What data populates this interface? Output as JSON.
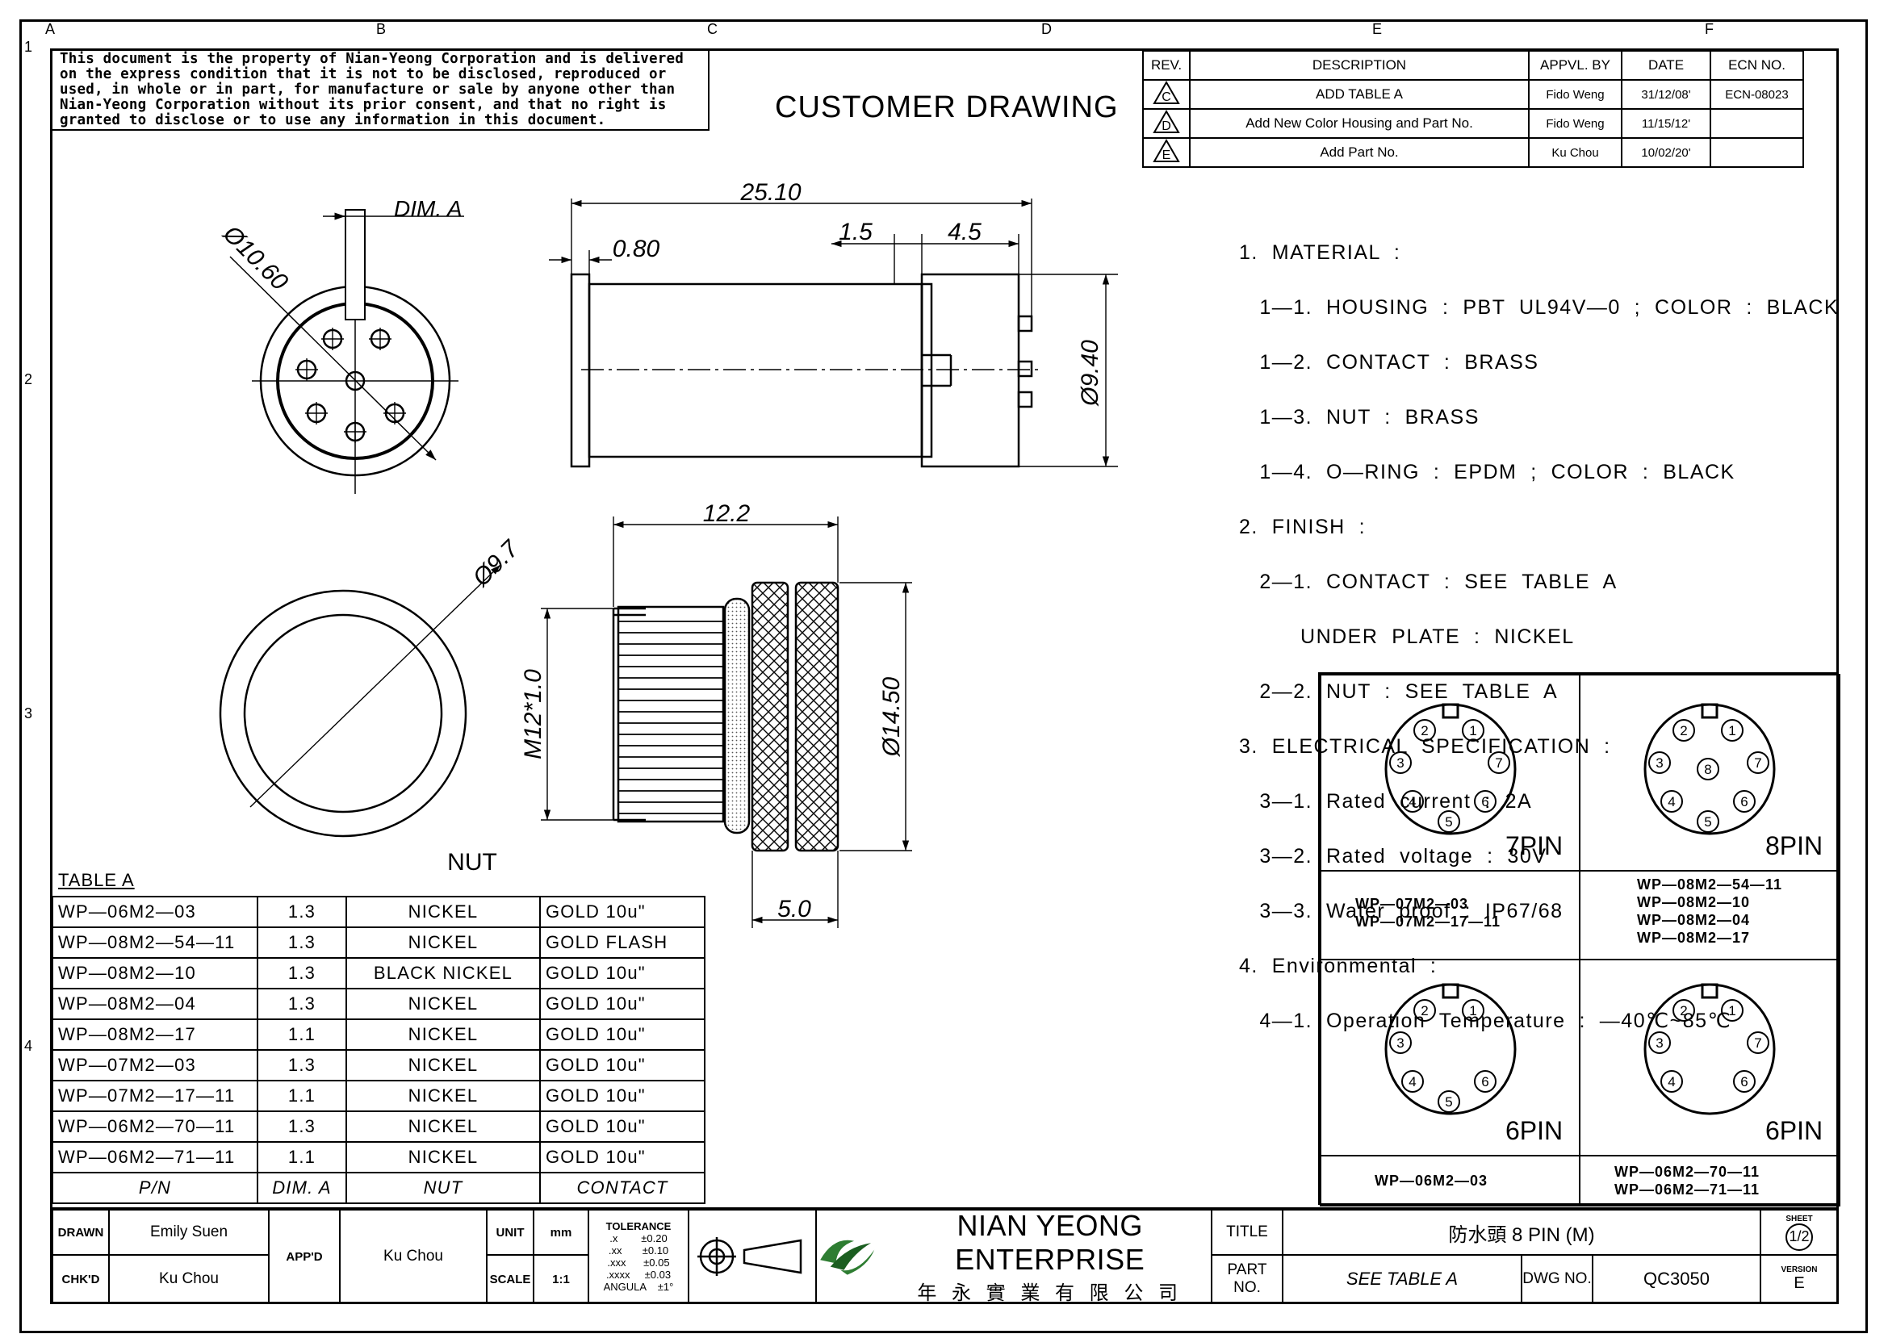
{
  "notice": {
    "line1": "This document is the property of Nian-Yeong Corporation and is delivered",
    "line2": "on  the  express condition that it is not to be disclosed, reproduced or",
    "line3": "used, in whole or in part, for manufacture or sale by anyone other than",
    "line4": "Nian-Yeong Corporation without  its prior consent, and that  no right  is",
    "line5": "granted to disclose or to use any information in this  document."
  },
  "drawing_title": "CUSTOMER  DRAWING",
  "zones": {
    "cols": [
      "A",
      "B",
      "C",
      "D",
      "E",
      "F"
    ],
    "rows": [
      "1",
      "2",
      "3",
      "4"
    ]
  },
  "revision_table": {
    "headers": [
      "REV.",
      "DESCRIPTION",
      "APPVL. BY",
      "DATE",
      "ECN NO."
    ],
    "rows": [
      {
        "rev": "C",
        "description": "ADD TABLE A",
        "appvl": "Fido Weng",
        "date": "31/12/08'",
        "ecn": "ECN-08023"
      },
      {
        "rev": "D",
        "description": "Add New Color Housing and Part No.",
        "appvl": "Fido Weng",
        "date": "11/15/12'",
        "ecn": ""
      },
      {
        "rev": "E",
        "description": "Add Part No.",
        "appvl": "Ku Chou",
        "date": "10/02/20'",
        "ecn": ""
      }
    ]
  },
  "dimensions": {
    "dim_a": "DIM. A",
    "d1060": "Ø10.60",
    "len2510": "25.10",
    "d080": "0.80",
    "d15": "1.5",
    "d45": "4.5",
    "d940": "Ø9.40",
    "d97": "Ø9.7",
    "d122": "12.2",
    "m12": "M12*1.0",
    "d1450": "Ø14.50",
    "d50": "5.0",
    "nut": "NUT"
  },
  "notes": {
    "l1": "1.  MATERIAL  :",
    "l2": "   1—1.  HOUSING  :  PBT  UL94V—0  ;  COLOR  :  BLACK",
    "l3": "   1—2.  CONTACT  :  BRASS",
    "l4": "   1—3.  NUT  :  BRASS",
    "l5": "   1—4.  O—RING  :  EPDM  ;  COLOR  :  BLACK",
    "l6": "2.  FINISH  :",
    "l7": "   2—1.  CONTACT  :  SEE  TABLE  A",
    "l8": "         UNDER  PLATE  :  NICKEL",
    "l9": "   2—2.  NUT  :  SEE  TABLE  A",
    "l10": "3.  ELECTRICAL  SPECIFICATION  :",
    "l11": "   3—1.  Rated  current  :  2A",
    "l12": "   3—2.  Rated  voltage  :  30V",
    "l13": "   3—3.  Water  proof  :  IP67/68",
    "l14": "4.  Environmental  :",
    "l15": "   4—1.  Operation  Temperature  :  —40℃~85℃"
  },
  "table_a": {
    "title": "TABLE  A",
    "rows": [
      [
        "WP—06M2—03",
        "1.3",
        "NICKEL",
        "GOLD  10u\""
      ],
      [
        "WP—08M2—54—11",
        "1.3",
        "NICKEL",
        "GOLD  FLASH"
      ],
      [
        "WP—08M2—10",
        "1.3",
        "BLACK  NICKEL",
        "GOLD  10u\""
      ],
      [
        "WP—08M2—04",
        "1.3",
        "NICKEL",
        "GOLD  10u\""
      ],
      [
        "WP—08M2—17",
        "1.1",
        "NICKEL",
        "GOLD  10u\""
      ],
      [
        "WP—07M2—03",
        "1.3",
        "NICKEL",
        "GOLD  10u\""
      ],
      [
        "WP—07M2—17—11",
        "1.1",
        "NICKEL",
        "GOLD  10u\""
      ],
      [
        "WP—06M2—70—11",
        "1.3",
        "NICKEL",
        "GOLD  10u\""
      ],
      [
        "WP—06M2—71—11",
        "1.1",
        "NICKEL",
        "GOLD  10u\""
      ]
    ],
    "footer": [
      "P/N",
      "DIM. A",
      "NUT",
      "CONTACT"
    ]
  },
  "pin_panel": {
    "label_7": "7PIN",
    "label_8": "8PIN",
    "label_6a": "6PIN",
    "label_6b": "6PIN",
    "parts_7": [
      "WP—07M2—03",
      "WP—07M2—17—11"
    ],
    "parts_8": [
      "WP—08M2—54—11",
      "WP—08M2—10",
      "WP—08M2—04",
      "WP—08M2—17"
    ],
    "parts_6a": [
      "WP—06M2—03"
    ],
    "parts_6b": [
      "WP—06M2—70—11",
      "WP—06M2—71—11"
    ]
  },
  "title_block": {
    "drawn_label": "DRAWN",
    "drawn_value": "Emily Suen",
    "chkd_label": "CHK'D",
    "chkd_value": "Ku Chou",
    "appd_label": "APP'D",
    "appd_value": "Ku Chou",
    "unit_label": "UNIT",
    "unit_value": "mm",
    "scale_label": "SCALE",
    "scale_value": "1:1",
    "tolerance_title": "TOLERANCE",
    "tol1": ".x        ±0.20",
    "tol2": ".xx       ±0.10",
    "tol3": ".xxx      ±0.05",
    "tol4": ".xxxx     ±0.03",
    "tol5": "ANGULA    ±1°",
    "company": "NIAN YEONG ENTERPRISE",
    "company_cn": "年 永 實 業 有 限 公 司",
    "title_label": "TITLE",
    "title_value": "防水頭  8  PIN  (M)",
    "part_label": "PART NO.",
    "part_value": "SEE  TABLE  A",
    "dwg_label": "DWG NO.",
    "dwg_value": "QC3050",
    "sheet_label": "SHEET",
    "sheet_value": "1/2",
    "version_label": "VERSION",
    "version_value": "E"
  }
}
